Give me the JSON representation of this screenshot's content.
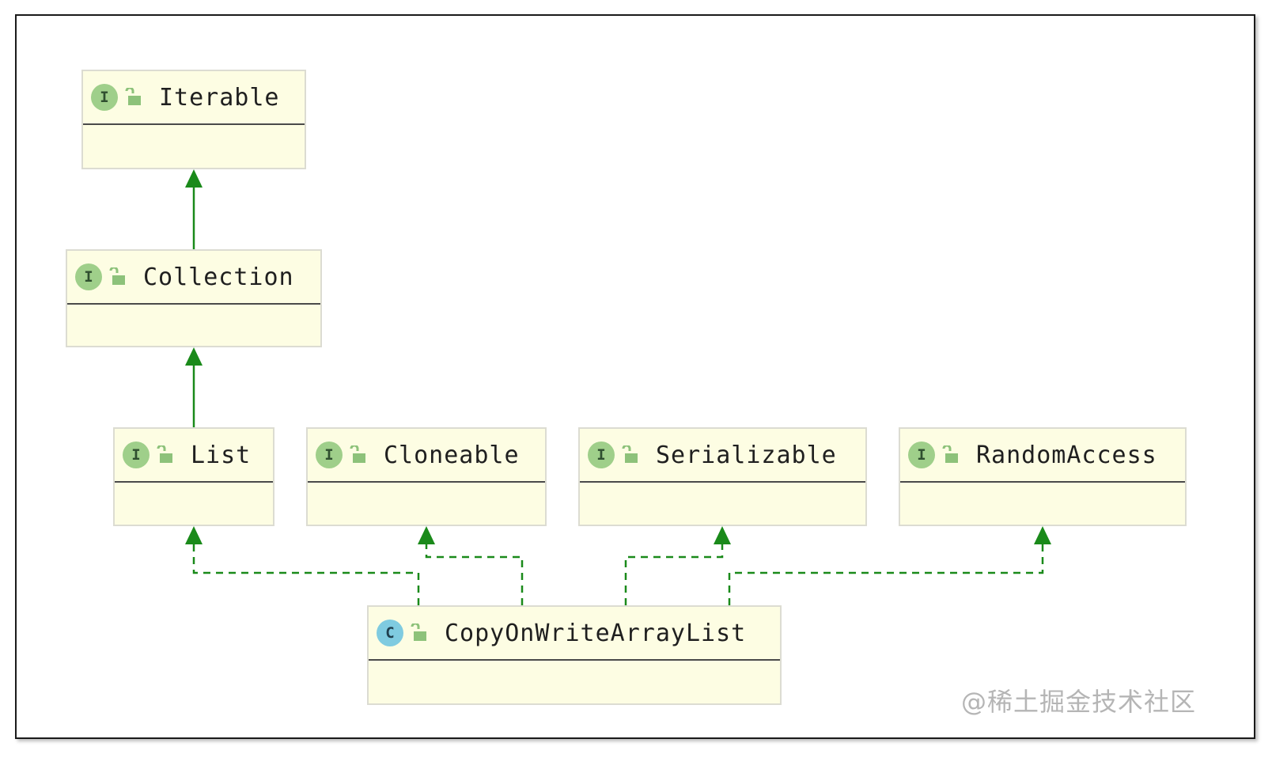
{
  "diagram": {
    "nodes": [
      {
        "id": "iterable",
        "name": "Iterable",
        "kind_letter": "I",
        "kind": "interface"
      },
      {
        "id": "collection",
        "name": "Collection",
        "kind_letter": "I",
        "kind": "interface"
      },
      {
        "id": "list",
        "name": "List",
        "kind_letter": "I",
        "kind": "interface"
      },
      {
        "id": "cloneable",
        "name": "Cloneable",
        "kind_letter": "I",
        "kind": "interface"
      },
      {
        "id": "serializable",
        "name": "Serializable",
        "kind_letter": "I",
        "kind": "interface"
      },
      {
        "id": "randomaccess",
        "name": "RandomAccess",
        "kind_letter": "I",
        "kind": "interface"
      },
      {
        "id": "copyonwritearraylist",
        "name": "CopyOnWriteArrayList",
        "kind_letter": "C",
        "kind": "class"
      }
    ],
    "edges": [
      {
        "from": "collection",
        "to": "iterable",
        "type": "extends"
      },
      {
        "from": "list",
        "to": "collection",
        "type": "extends"
      },
      {
        "from": "copyonwritearraylist",
        "to": "list",
        "type": "implements"
      },
      {
        "from": "copyonwritearraylist",
        "to": "cloneable",
        "type": "implements"
      },
      {
        "from": "copyonwritearraylist",
        "to": "serializable",
        "type": "implements"
      },
      {
        "from": "copyonwritearraylist",
        "to": "randomaccess",
        "type": "implements"
      }
    ],
    "icons": {
      "visibility": "unlock-icon"
    },
    "colors": {
      "edge": "#1a8a1a",
      "node_fill": "#fdfde3",
      "interface_icon": "#9fcf8a",
      "class_icon": "#7fcbe0"
    }
  },
  "watermark": "@稀土掘金技术社区"
}
